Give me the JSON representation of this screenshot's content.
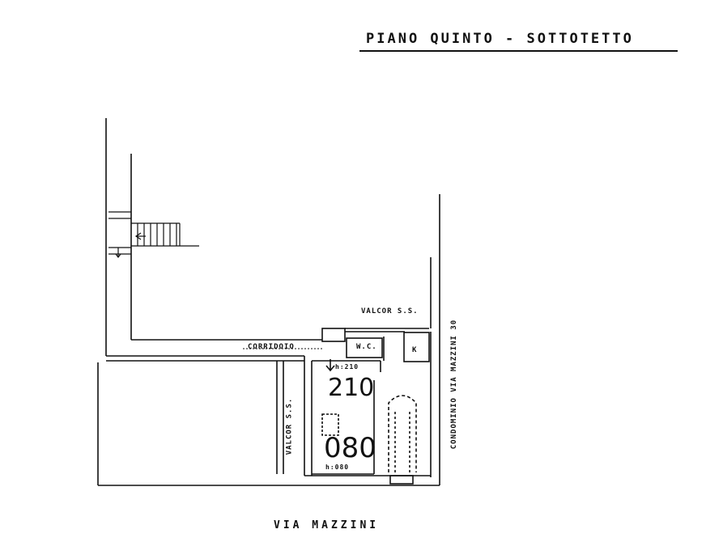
{
  "title": "PIANO QUINTO - SOTTOTETTO",
  "labels": {
    "valcor_top": "VALCOR S.S.",
    "valcor_left": "VALCOR S.S.",
    "corridoio": "CORRIDOIO",
    "wc": "W.C.",
    "k": "K",
    "h_top": "h:210",
    "h_bottom": "h:080",
    "condominio": "CONDOMINIO VIA MAZZINI 30",
    "street": "VIA MAZZINI"
  },
  "handwritten": {
    "height_top": "210",
    "height_bottom": "080"
  }
}
